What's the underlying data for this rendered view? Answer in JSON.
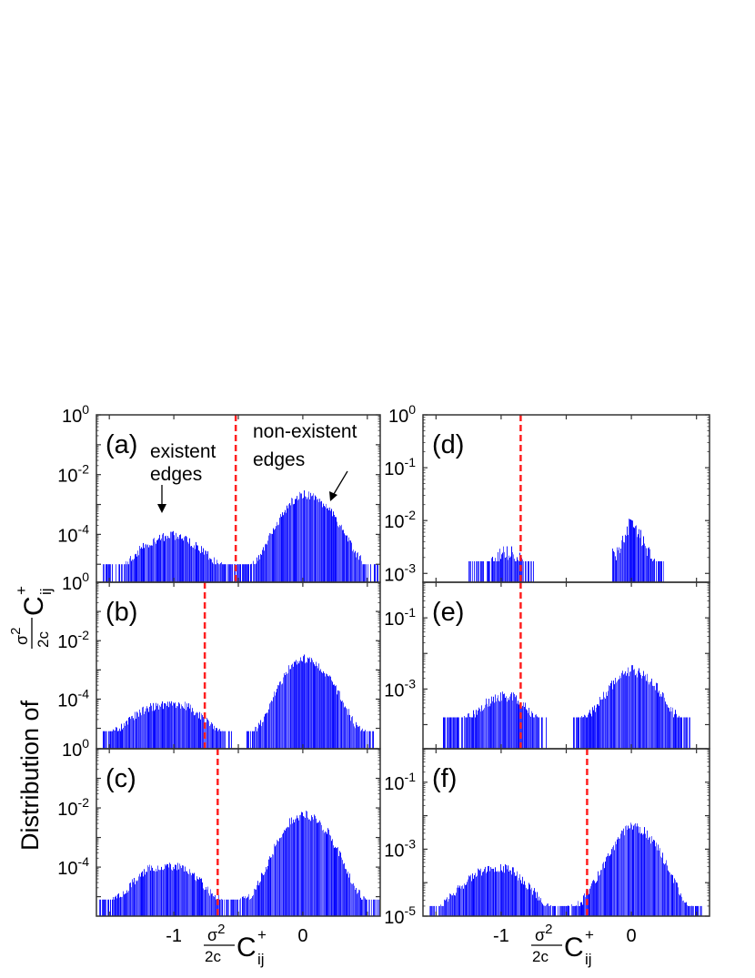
{
  "chart_data": [
    {
      "panel": "(a)",
      "type": "bar",
      "scale_y": "log",
      "xlim": [
        -1.6,
        0.6
      ],
      "ylim": [
        2.5e-06,
        1
      ],
      "bin_x": [
        -1.6,
        -1.5,
        -1.4,
        -1.3,
        -1.2,
        -1.1,
        -1.0,
        -0.9,
        -0.8,
        -0.7,
        -0.6,
        -0.5,
        -0.4,
        -0.3,
        -0.2,
        -0.1,
        0.0,
        0.1,
        0.2,
        0.3,
        0.4,
        0.5,
        0.6
      ],
      "values": [
        null,
        1e-05,
        1e-05,
        3.2e-05,
        7e-05,
        0.00011,
        0.00013,
        9e-05,
        5e-05,
        2e-05,
        1e-05,
        1e-05,
        1e-05,
        5e-05,
        0.00032,
        0.0016,
        0.0032,
        0.0025,
        0.001,
        0.00025,
        4e-05,
        1e-05,
        1e-05
      ],
      "threshold": -0.52,
      "yticks": [
        {
          "v": 1,
          "base": "10",
          "exp": "0"
        },
        {
          "v": 0.01,
          "base": "10",
          "exp": "-2"
        },
        {
          "v": 0.0001,
          "base": "10",
          "exp": "-4"
        },
        {
          "v": 2.5e-06,
          "base": "10",
          "exp": "0"
        }
      ],
      "annotations": [
        {
          "line1": "existent",
          "line2": "edges"
        },
        {
          "line1": "non-existent",
          "line2": "edges"
        }
      ]
    },
    {
      "panel": "(b)",
      "type": "bar",
      "scale_y": "log",
      "xlim": [
        -1.6,
        0.6
      ],
      "ylim": [
        2e-06,
        1
      ],
      "bin_x": [
        -1.6,
        -1.5,
        -1.4,
        -1.3,
        -1.2,
        -1.1,
        -1.0,
        -0.9,
        -0.8,
        -0.7,
        -0.6,
        -0.5,
        -0.4,
        -0.3,
        -0.2,
        -0.1,
        0.0,
        0.1,
        0.2,
        0.3,
        0.4,
        0.5,
        0.6
      ],
      "values": [
        null,
        8e-06,
        1.6e-05,
        4e-05,
        7e-05,
        9e-05,
        0.0001,
        8e-05,
        4e-05,
        1.6e-05,
        8e-06,
        null,
        8e-06,
        3e-05,
        0.0003,
        0.0018,
        0.0035,
        0.0025,
        0.0008,
        0.00015,
        2e-05,
        8e-06,
        null
      ],
      "threshold": -0.76,
      "yticks": [
        {
          "v": 0.01,
          "base": "10",
          "exp": "-2"
        },
        {
          "v": 0.0001,
          "base": "10",
          "exp": "-4"
        },
        {
          "v": 2e-06,
          "base": "10",
          "exp": "0"
        }
      ]
    },
    {
      "panel": "(c)",
      "type": "bar",
      "scale_y": "log",
      "xlim": [
        -1.6,
        0.6
      ],
      "ylim": [
        2.2e-06,
        1
      ],
      "bin_x": [
        -1.6,
        -1.5,
        -1.4,
        -1.3,
        -1.2,
        -1.1,
        -1.0,
        -0.9,
        -0.8,
        -0.7,
        -0.6,
        -0.5,
        -0.4,
        -0.3,
        -0.2,
        -0.1,
        0.0,
        0.1,
        0.2,
        0.3,
        0.4,
        0.5,
        0.6
      ],
      "values": [
        8e-06,
        8e-06,
        1.6e-05,
        5e-05,
        0.00012,
        0.00015,
        0.00015,
        0.00012,
        5e-05,
        1.6e-05,
        8e-06,
        8e-06,
        1.6e-05,
        0.0001,
        0.001,
        0.005,
        0.009,
        0.006,
        0.002,
        0.0003,
        3e-05,
        8e-06,
        8e-06
      ],
      "threshold": -0.66,
      "yticks": [
        {
          "v": 0.01,
          "base": "10",
          "exp": "-2"
        },
        {
          "v": 0.0001,
          "base": "10",
          "exp": "-4"
        }
      ],
      "xticks": [
        {
          "v": -1,
          "label": "-1"
        },
        {
          "v": 0,
          "label": "0"
        }
      ]
    },
    {
      "panel": "(d)",
      "type": "bar",
      "scale_y": "log",
      "xlim": [
        -1.6,
        0.6
      ],
      "ylim": [
        0.00068,
        1
      ],
      "bin_x": [
        -1.6,
        -1.5,
        -1.4,
        -1.3,
        -1.2,
        -1.1,
        -1.0,
        -0.9,
        -0.8,
        -0.7,
        -0.6,
        -0.5,
        -0.4,
        -0.3,
        -0.2,
        -0.1,
        0.0,
        0.1,
        0.2,
        0.3,
        0.4,
        0.5,
        0.6
      ],
      "values": [
        null,
        null,
        null,
        null,
        0.0017,
        0.0017,
        0.0033,
        0.0033,
        0.0017,
        null,
        null,
        null,
        null,
        null,
        null,
        0.0033,
        0.015,
        0.005,
        0.0017,
        null,
        null,
        null,
        null
      ],
      "threshold": -0.85,
      "yticks": [
        {
          "v": 1,
          "base": "10",
          "exp": "0"
        },
        {
          "v": 0.1,
          "base": "10",
          "exp": "-1"
        },
        {
          "v": 0.01,
          "base": "10",
          "exp": "-2"
        },
        {
          "v": 0.001,
          "base": "10",
          "exp": "-3"
        }
      ]
    },
    {
      "panel": "(e)",
      "type": "bar",
      "scale_y": "log",
      "xlim": [
        -1.6,
        0.6
      ],
      "ylim": [
        2.1e-05,
        1
      ],
      "bin_x": [
        -1.6,
        -1.5,
        -1.4,
        -1.3,
        -1.2,
        -1.1,
        -1.0,
        -0.9,
        -0.8,
        -0.7,
        -0.6,
        -0.5,
        -0.4,
        -0.3,
        -0.2,
        -0.1,
        0.0,
        0.1,
        0.2,
        0.3,
        0.4,
        0.5,
        0.6
      ],
      "values": [
        null,
        null,
        0.00016,
        0.00016,
        0.0003,
        0.0006,
        0.0009,
        0.0008,
        0.0004,
        0.00016,
        null,
        null,
        0.00016,
        0.0003,
        0.001,
        0.003,
        0.005,
        0.0035,
        0.0015,
        0.0004,
        0.00016,
        null,
        null
      ],
      "threshold": -0.85,
      "yticks": [
        {
          "v": 0.1,
          "base": "10",
          "exp": "-1"
        },
        {
          "v": 0.001,
          "base": "10",
          "exp": "-3"
        }
      ]
    },
    {
      "panel": "(f)",
      "type": "bar",
      "scale_y": "log",
      "xlim": [
        -1.6,
        0.6
      ],
      "ylim": [
        1e-05,
        1
      ],
      "bin_x": [
        -1.6,
        -1.5,
        -1.4,
        -1.3,
        -1.2,
        -1.1,
        -1.0,
        -0.9,
        -0.8,
        -0.7,
        -0.6,
        -0.5,
        -0.4,
        -0.3,
        -0.2,
        -0.1,
        0.0,
        0.1,
        0.2,
        0.3,
        0.4,
        0.5,
        0.6
      ],
      "values": [
        null,
        2e-05,
        5e-05,
        0.00012,
        0.00025,
        0.00035,
        0.0004,
        0.0003,
        0.00012,
        5e-05,
        2e-05,
        2e-05,
        3e-05,
        0.00012,
        0.0006,
        0.003,
        0.008,
        0.005,
        0.0015,
        0.0003,
        4e-05,
        2e-05,
        null
      ],
      "threshold": -0.34,
      "yticks": [
        {
          "v": 0.1,
          "base": "10",
          "exp": "-1"
        },
        {
          "v": 0.001,
          "base": "10",
          "exp": "-3"
        },
        {
          "v": 1e-05,
          "base": "10",
          "exp": "-5"
        }
      ],
      "xticks": [
        {
          "v": -1,
          "label": "-1"
        },
        {
          "v": 0,
          "label": "0"
        }
      ]
    }
  ],
  "xlabel": {
    "num": "σ",
    "num_exp": "2",
    "den": "2c",
    "symbol": "C",
    "sup": "+",
    "sub": "ij"
  },
  "ylabel": {
    "prefix": "Distribution of",
    "num": "σ",
    "num_exp": "2",
    "den": "2c",
    "symbol": "C",
    "sup": "+",
    "sub": "ij"
  },
  "colors": {
    "bars": "#0000ff",
    "threshold": "#ff2020",
    "axes": "#333333"
  }
}
